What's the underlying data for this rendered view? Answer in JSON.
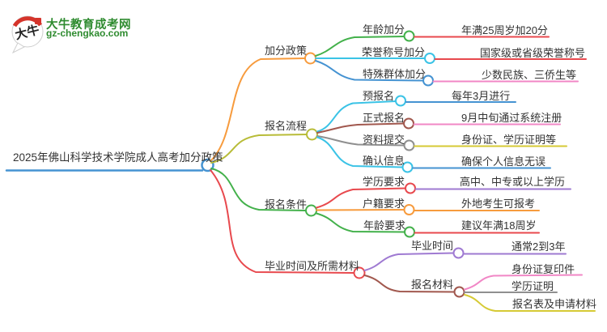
{
  "logo": {
    "mark": "大牛",
    "title": "大牛教育成考网",
    "url": "gz-chengkao.com",
    "green": "#2e8b2f",
    "red": "#d5342b"
  },
  "root": {
    "label": "2025年佛山科学技术学院成人高考加分政策",
    "color": "#4593d2"
  },
  "branches": [
    {
      "label": "加分政策",
      "color": "#f79b3d",
      "children": [
        {
          "label": "年龄加分",
          "color": "#43b14b",
          "value": "年满25周岁加20分",
          "value_color": "#e8494e"
        },
        {
          "label": "荣誉称号加分",
          "color": "#3bc3e6",
          "value": "国家级或省级荣誉称号",
          "value_color": "#e8494e"
        },
        {
          "label": "特殊群体加分",
          "color": "#4593d2",
          "value": "少数民族、三侨生等",
          "value_color": "#f187c6"
        }
      ]
    },
    {
      "label": "报名流程",
      "color": "#b8bc38",
      "children": [
        {
          "label": "预报名",
          "color": "#3bc3e6",
          "value": "每年3月进行",
          "value_color": "#4593d2"
        },
        {
          "label": "正式报名",
          "color": "#a1584e",
          "value": "9月中旬通过系统注册",
          "value_color": "#f187c6"
        },
        {
          "label": "资料提交",
          "color": "#8f8f8f",
          "value": "身份证、学历证明等",
          "value_color": "#d6ca35"
        },
        {
          "label": "确认信息",
          "color": "#3bc3e6",
          "value": "确保个人信息无误",
          "value_color": "#4593d2"
        }
      ]
    },
    {
      "label": "报名条件",
      "color": "#43b14b",
      "children": [
        {
          "label": "学历要求",
          "color": "#e8494e",
          "value": "高中、中专或以上学历",
          "value_color": "#9f7ad2"
        },
        {
          "label": "户籍要求",
          "color": "#f79b3d",
          "value": "外地考生可报考",
          "value_color": "#f79b3d"
        },
        {
          "label": "年龄要求",
          "color": "#43b14b",
          "value": "建议年满18周岁",
          "value_color": "#e8494e"
        }
      ]
    },
    {
      "label": "毕业时间及所需材料",
      "color": "#e8494e",
      "children": [
        {
          "label": "毕业时间",
          "color": "#9f7ad2",
          "value": "通常2到3年",
          "value_color": "#9f7ad2"
        },
        {
          "label": "报名材料",
          "color": "#a1584e",
          "children": [
            {
              "label": "身份证复印件",
              "color": "#f187c6"
            },
            {
              "label": "学历证明",
              "color": "#8f8f8f"
            },
            {
              "label": "报名表及申请材料",
              "color": "#d6ca35"
            }
          ]
        }
      ]
    }
  ]
}
